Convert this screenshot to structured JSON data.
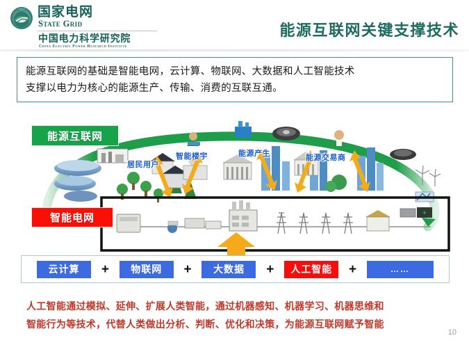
{
  "header": {
    "logo_icon": "state-grid-globe-icon",
    "company_cn": "国家电网",
    "company_en": "State Grid",
    "institute_cn": "中国电力科学研究院",
    "institute_en": "China Electric Power Research Institute",
    "title": "能源互联网关键支撑技术",
    "title_color": "#1d6b60",
    "brand_color": "#15605a"
  },
  "summary": {
    "line1": "能源互联网的基础是智能电网，云计算、物联网、大数据和人工智能技术",
    "line2": "支撑以电力为核心的能源生产、传输、消费的互联互通。",
    "border_color": "#3e8d92"
  },
  "figure": {
    "tag_energy_internet": "能源互联网",
    "tag_energy_internet_color": "#16a34a",
    "tag_smart_grid": "智能电网",
    "tag_smart_grid_color": "#fa0f07",
    "labels": [
      {
        "text": "居民用户",
        "color": "#1a5fd0"
      },
      {
        "text": "智能楼宇",
        "color": "#1a5fd0"
      },
      {
        "text": "能源产生",
        "color": "#1a5fd0"
      },
      {
        "text": "能源交易商",
        "color": "#1a5fd0"
      }
    ],
    "arc_color": "#1e9e4a",
    "arrow_color": "#f5ab19",
    "grid_box_border": "#111111"
  },
  "tech_row": {
    "items": [
      {
        "label": "云计算",
        "style": "blue"
      },
      {
        "label": "物联网",
        "style": "blue"
      },
      {
        "label": "大数据",
        "style": "blue"
      },
      {
        "label": "人工智能",
        "style": "red"
      },
      {
        "label": "……",
        "style": "dots"
      }
    ],
    "separator": "+",
    "blue": "#3b6ae1",
    "red": "#f80d0b"
  },
  "footer": {
    "line1": "人工智能通过模拟、延伸、扩展人类智能，通过机器感知、机器学习、机器思维和",
    "line2": "智能行为等技术，代替人类做出分析、判断、优化和决策，为能源互联网赋予智能",
    "color": "#c0392b"
  },
  "page": {
    "number": "10"
  }
}
